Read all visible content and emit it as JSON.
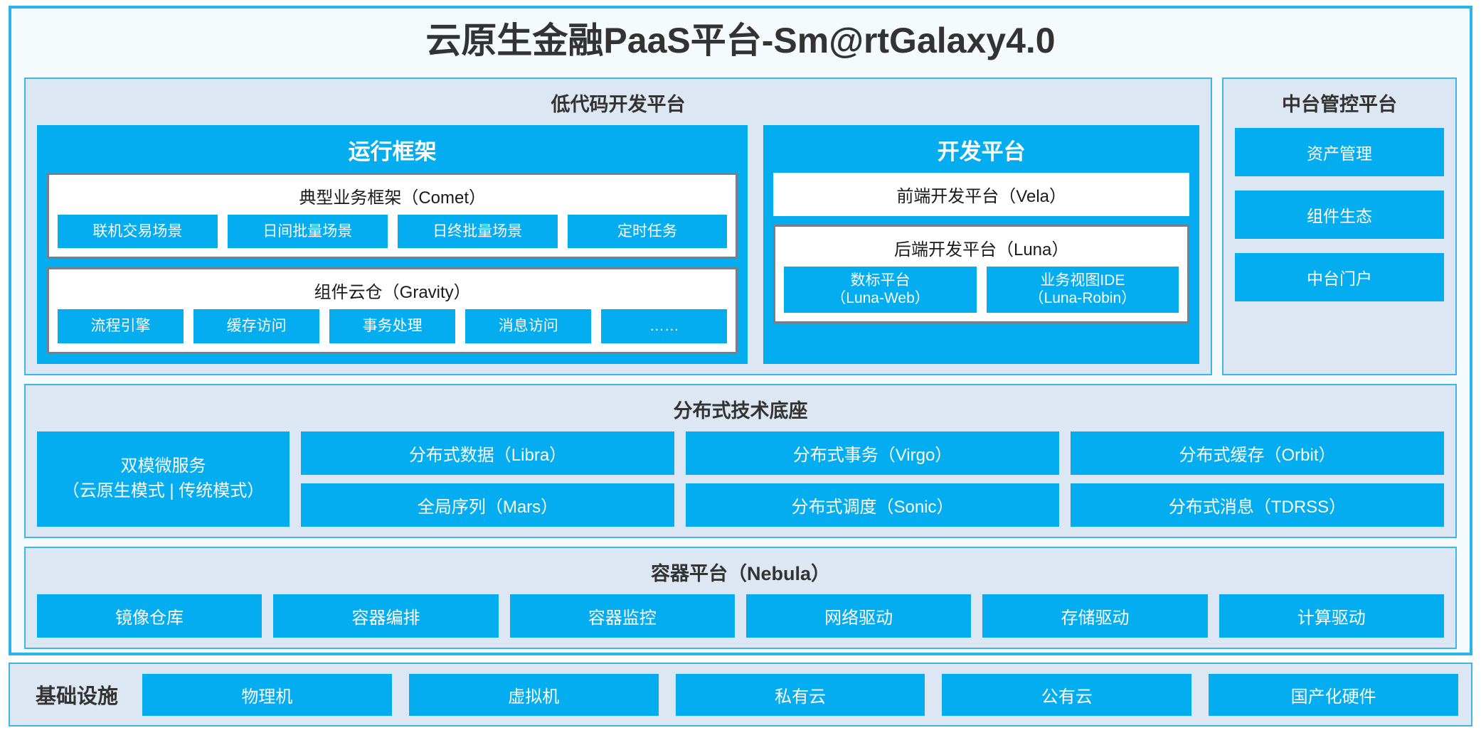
{
  "platform": {
    "title": "云原生金融PaaS平台-Sm@rtGalaxy4.0",
    "colors": {
      "accent_blue": "#03ADEF",
      "panel_bg": "#DCE7F3",
      "panel_border": "#3EB6EC",
      "frame_border": "#2BB3EE",
      "frame_bg": "#F5FBFD",
      "white_box_border": "#7D7D85",
      "text_dark": "#333333"
    }
  },
  "lowcode": {
    "title": "低代码开发平台",
    "runtime": {
      "title": "运行框架",
      "comet": {
        "title": "典型业务框架（Comet）",
        "items": [
          "联机交易场景",
          "日间批量场景",
          "日终批量场景",
          "定时任务"
        ]
      },
      "gravity": {
        "title": "组件云仓（Gravity）",
        "items": [
          "流程引擎",
          "缓存访问",
          "事务处理",
          "消息访问",
          "……"
        ]
      }
    },
    "devplatform": {
      "title": "开发平台",
      "frontend": "前端开发平台（Vela）",
      "backend": {
        "title": "后端开发平台（Luna）",
        "items": [
          {
            "name": "数标平台",
            "code": "（Luna-Web）"
          },
          {
            "name": "业务视图IDE",
            "code": "（Luna-Robin）"
          }
        ]
      }
    }
  },
  "midcontrol": {
    "title": "中台管控平台",
    "items": [
      "资产管理",
      "组件生态",
      "中台门户"
    ]
  },
  "techbase": {
    "title": "分布式技术底座",
    "highlight": {
      "line1": "双模微服务",
      "line2": "（云原生模式 | 传统模式）"
    },
    "columns": [
      [
        "分布式数据（Libra）",
        "全局序列（Mars）"
      ],
      [
        "分布式事务（Virgo）",
        "分布式调度（Sonic）"
      ],
      [
        "分布式缓存（Orbit）",
        "分布式消息（TDRSS）"
      ]
    ]
  },
  "containerplatform": {
    "title": "容器平台（Nebula）",
    "items": [
      "镜像仓库",
      "容器编排",
      "容器监控",
      "网络驱动",
      "存储驱动",
      "计算驱动"
    ]
  },
  "infrastructure": {
    "label": "基础设施",
    "items": [
      "物理机",
      "虚拟机",
      "私有云",
      "公有云",
      "国产化硬件"
    ]
  }
}
